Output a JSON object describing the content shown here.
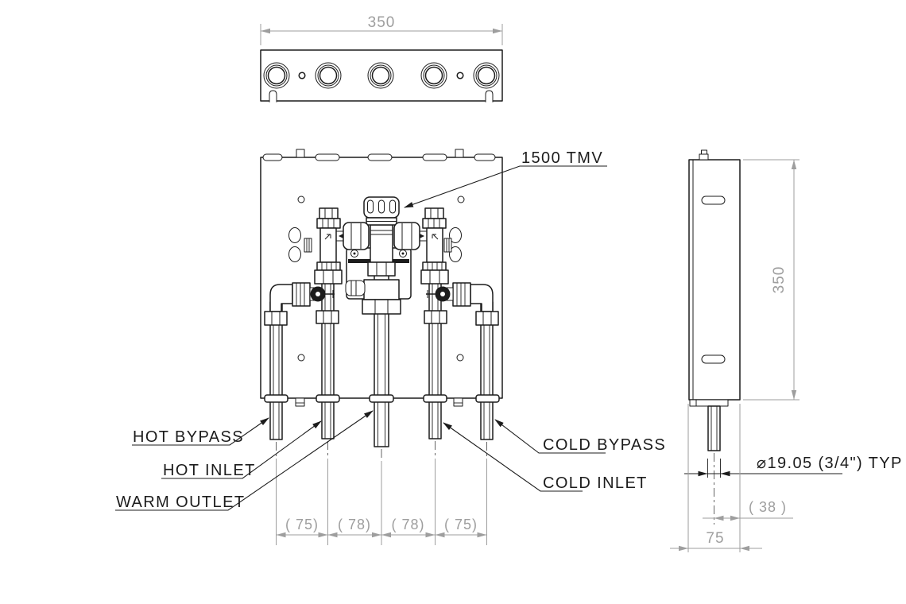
{
  "drawing": {
    "title": "TMV assembly dimensional drawing",
    "callouts": {
      "tmv": "1500 TMV",
      "hot_bypass": "HOT BYPASS",
      "hot_inlet": "HOT INLET",
      "warm_outlet": "WARM OUTLET",
      "cold_bypass": "COLD BYPASS",
      "cold_inlet": "COLD INLET",
      "pipe_diameter": "⌀19.05 (3/4\") TYP"
    },
    "dimensions": {
      "overall_width": "350",
      "overall_height": "350",
      "port_spacing": [
        "( 75)",
        "( 78)",
        "( 78)",
        "( 75)"
      ],
      "pipe_offset": "( 38 )",
      "depth": "75"
    },
    "colors": {
      "line": "#1c1c1c",
      "dimension": "#9e9e9e",
      "background": "#ffffff"
    }
  }
}
